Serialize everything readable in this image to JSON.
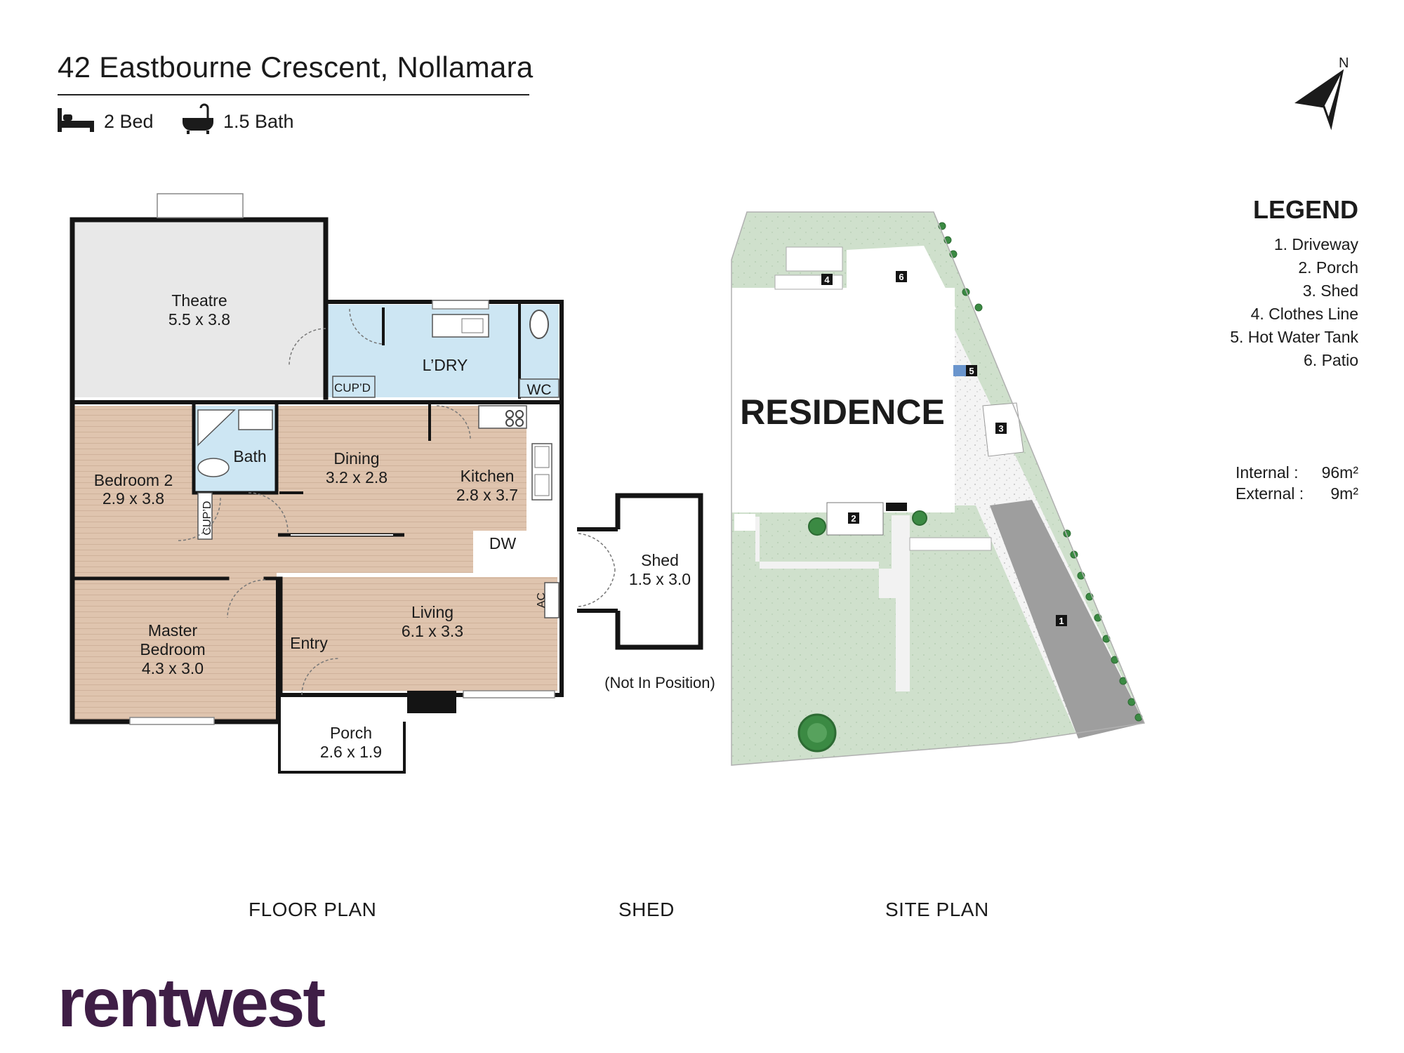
{
  "header": {
    "title": "42 Eastbourne Crescent, Nollamara",
    "beds": "2 Bed",
    "baths": "1.5 Bath"
  },
  "icons": {
    "bed": "bed-icon",
    "bath": "bathtub-icon",
    "north": "north-arrow-icon"
  },
  "compass": {
    "label": "N"
  },
  "legend": {
    "title": "LEGEND",
    "items": [
      "1. Driveway",
      "2. Porch",
      "3. Shed",
      "4. Clothes Line",
      "5. Hot Water Tank",
      "6. Patio"
    ]
  },
  "areas": {
    "internal_label": "Internal  :",
    "internal_value": "96m²",
    "external_label": "External :",
    "external_value": "9m²"
  },
  "floor_plan": {
    "rooms": {
      "theatre": {
        "name": "Theatre",
        "dims": "5.5 x 3.8"
      },
      "laundry": {
        "name": "L’DRY"
      },
      "wc": {
        "name": "WC"
      },
      "cupd_laundry": {
        "name": "CUP’D"
      },
      "bath": {
        "name": "Bath"
      },
      "bedroom2": {
        "name": "Bedroom 2",
        "dims": "2.9 x 3.8"
      },
      "cupd_hall": {
        "name": "CUP’D"
      },
      "dining": {
        "name": "Dining",
        "dims": "3.2 x 2.8"
      },
      "kitchen": {
        "name": "Kitchen",
        "dims": "2.8 x 3.7"
      },
      "dw": {
        "name": "DW"
      },
      "ac": {
        "name": "AC"
      },
      "master": {
        "name_line1": "Master",
        "name_line2": "Bedroom",
        "dims": "4.3 x 3.0"
      },
      "entry": {
        "name": "Entry"
      },
      "living": {
        "name": "Living",
        "dims": "6.1 x 3.3"
      },
      "porch": {
        "name": "Porch",
        "dims": "2.6 x 1.9"
      }
    }
  },
  "shed": {
    "name": "Shed",
    "dims": "1.5 x 3.0",
    "note": "(Not In Position)"
  },
  "site_plan": {
    "residence_label": "RESIDENCE",
    "markers": [
      "1",
      "2",
      "3",
      "4",
      "5",
      "6"
    ]
  },
  "section_labels": {
    "floor": "FLOOR PLAN",
    "shed": "SHED",
    "site": "SITE PLAN"
  },
  "brand": {
    "name": "rentwest"
  },
  "colors": {
    "wood_floor": "#dfc4ae",
    "wet_area": "#cde6f3",
    "carpet": "#e9e9e9",
    "grass": "#cfe0cc",
    "gravel": "#f2f2f2",
    "driveway": "#9e9e9e",
    "brand": "#3f1e46",
    "hot_water_tank": "#6a95cd"
  }
}
